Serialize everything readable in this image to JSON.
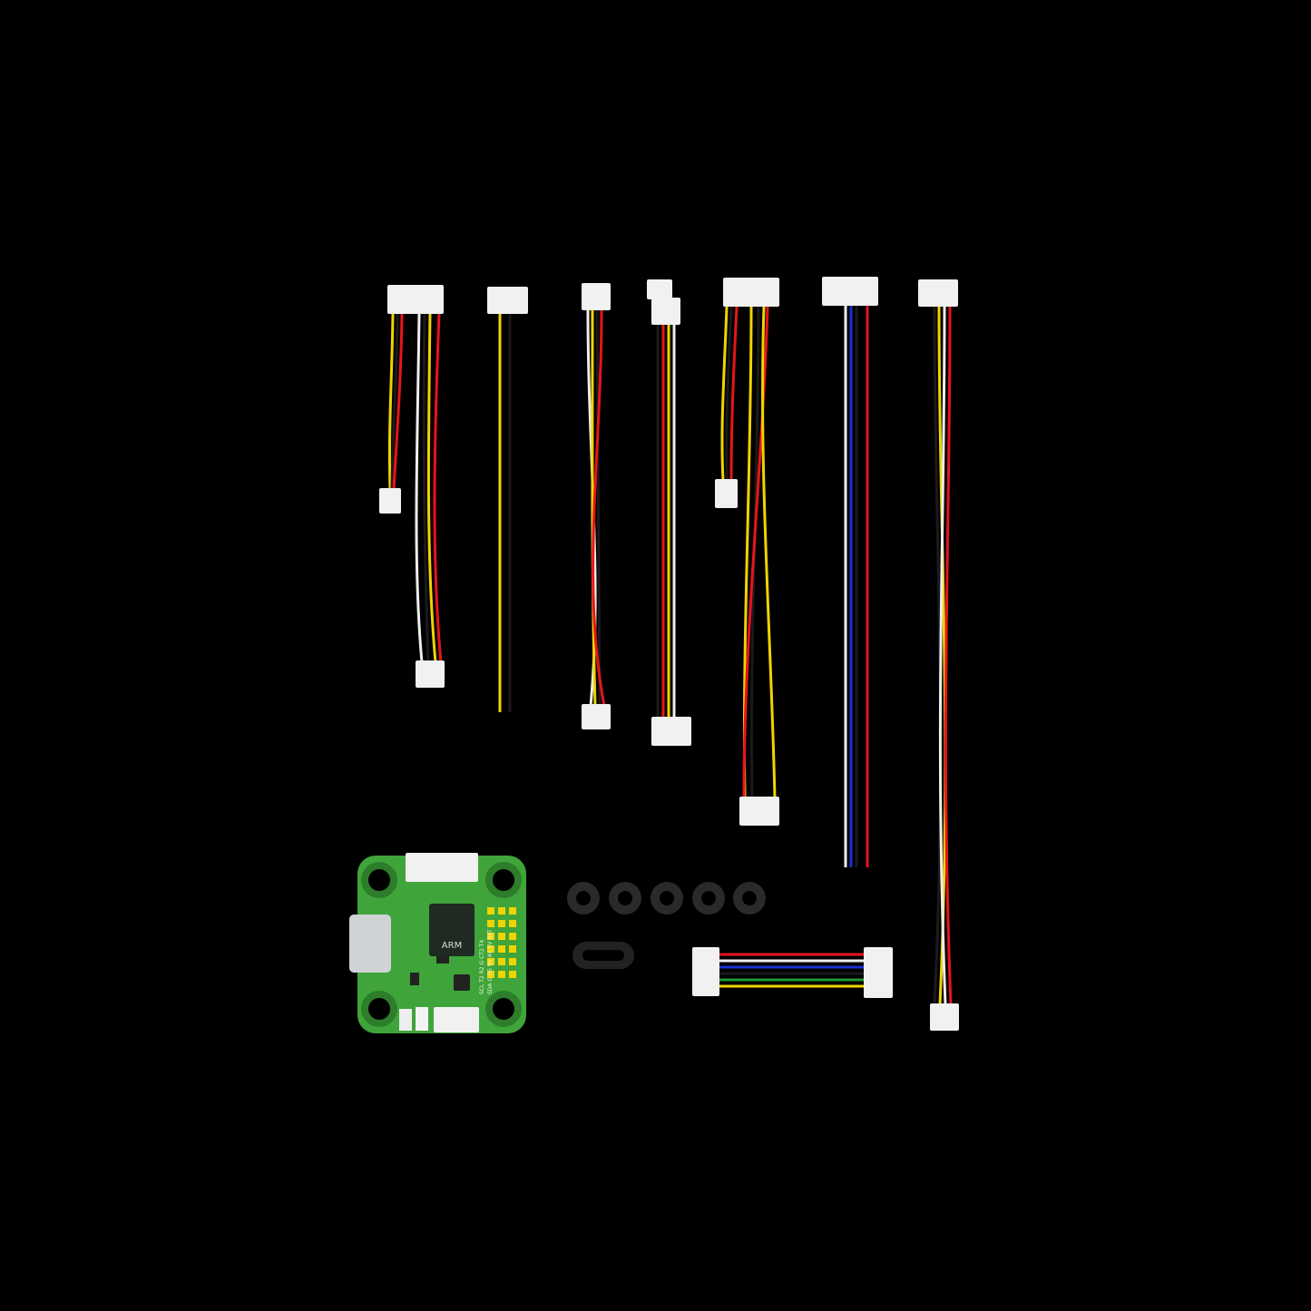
{
  "background": "#000000",
  "colors": {
    "connector": "#f1f1f1",
    "pcb": "#3fa53a",
    "pcb_dark": "#2d7d2b",
    "wire_red": "#e8141b",
    "wire_yellow": "#f0d400",
    "wire_black": "#1a1a1a",
    "wire_white": "#eeeeee",
    "wire_blue": "#1c2fd6",
    "wire_green": "#1f9a2e",
    "grommet": "#2a2a2a",
    "usb": "#cfd3d6"
  },
  "board": {
    "chip_text": "ARM",
    "silk_row1": "SDA G RS 9V 4V 5V BAT",
    "silk_row2": "SCL T2 R2 G CT2 T4"
  },
  "items": [
    {
      "name": "cable-1",
      "wires": [
        "wire_yellow",
        "wire_black",
        "wire_red",
        "wire_white",
        "wire_yellow",
        "wire_red"
      ]
    },
    {
      "name": "cable-2",
      "wires": [
        "wire_yellow",
        "wire_black"
      ]
    },
    {
      "name": "cable-3",
      "wires": [
        "wire_white",
        "wire_yellow",
        "wire_black",
        "wire_red"
      ]
    },
    {
      "name": "cable-4",
      "wires": [
        "wire_black",
        "wire_red",
        "wire_yellow",
        "wire_white"
      ]
    },
    {
      "name": "cable-5",
      "wires": [
        "wire_yellow",
        "wire_black",
        "wire_red",
        "wire_yellow",
        "wire_black",
        "wire_red"
      ]
    },
    {
      "name": "cable-6",
      "wires": [
        "wire_white",
        "wire_blue",
        "wire_black",
        "wire_red"
      ]
    },
    {
      "name": "cable-7",
      "wires": [
        "wire_black",
        "wire_yellow",
        "wire_white",
        "wire_red"
      ]
    },
    {
      "name": "ribbon-cable",
      "wires": [
        "wire_red",
        "wire_white",
        "wire_blue",
        "wire_black",
        "wire_green",
        "wire_yellow"
      ]
    }
  ],
  "grommet_count": 5
}
